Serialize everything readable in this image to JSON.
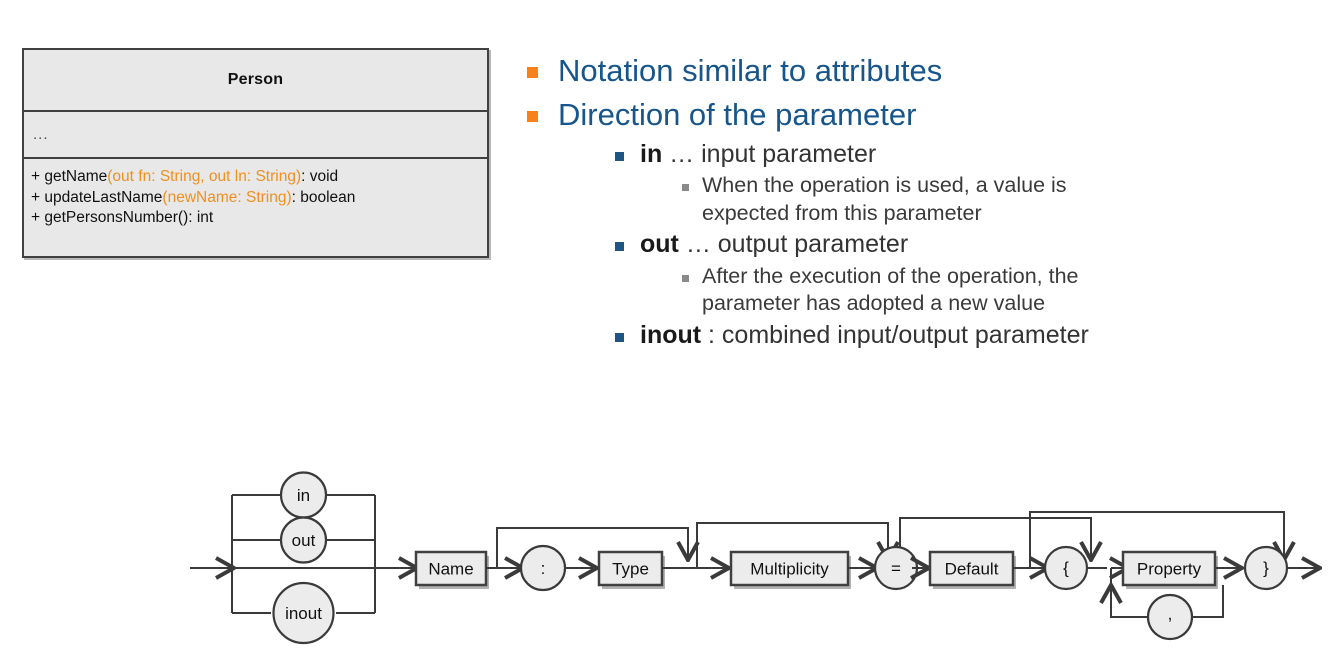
{
  "uml_class": {
    "name": "Person",
    "attributes_placeholder": "...",
    "operations": [
      {
        "prefix": "+ getName",
        "params": "(out fn: String, out ln: String)",
        "suffix": ": void",
        "static": false
      },
      {
        "prefix": "+ updateLastName",
        "params": "(newName: String)",
        "suffix": ": boolean",
        "static": false
      },
      {
        "prefix": "+ getPersonsNumber",
        "params": "()",
        "suffix": ": int",
        "static": true
      }
    ]
  },
  "bullets": [
    {
      "level": 1,
      "text": "Notation similar to attributes"
    },
    {
      "level": 1,
      "text": "Direction of the parameter"
    },
    {
      "level": 2,
      "keyword": "in",
      "text": " … input parameter"
    },
    {
      "level": 3,
      "text": "When the operation is used, a value is expected from this parameter"
    },
    {
      "level": 2,
      "keyword": "out",
      "text": " … output parameter"
    },
    {
      "level": 3,
      "text": "After the execution of the operation, the parameter has adopted a new value"
    },
    {
      "level": 2,
      "keyword": "inout",
      "text": " : combined input/output parameter"
    }
  ],
  "railroad": {
    "direction_options": [
      "in",
      "out",
      "inout"
    ],
    "nodes": [
      {
        "id": "name",
        "label": "Name",
        "shape": "box"
      },
      {
        "id": "colon",
        "label": ":",
        "shape": "circle"
      },
      {
        "id": "type",
        "label": "Type",
        "shape": "box"
      },
      {
        "id": "multiplicity",
        "label": "Multiplicity",
        "shape": "box"
      },
      {
        "id": "equals",
        "label": "=",
        "shape": "circle"
      },
      {
        "id": "default",
        "label": "Default",
        "shape": "box"
      },
      {
        "id": "brace-open",
        "label": "{",
        "shape": "circle"
      },
      {
        "id": "property",
        "label": "Property",
        "shape": "box"
      },
      {
        "id": "comma",
        "label": ",",
        "shape": "circle"
      },
      {
        "id": "brace-close",
        "label": "}",
        "shape": "circle"
      }
    ]
  },
  "colors": {
    "accent_orange": "#f7821b",
    "heading_blue": "#17558b",
    "sub_marker_blue": "#1f5582",
    "param_orange": "#f0901e",
    "box_fill": "#ececec",
    "stroke": "#3a3a3a"
  }
}
